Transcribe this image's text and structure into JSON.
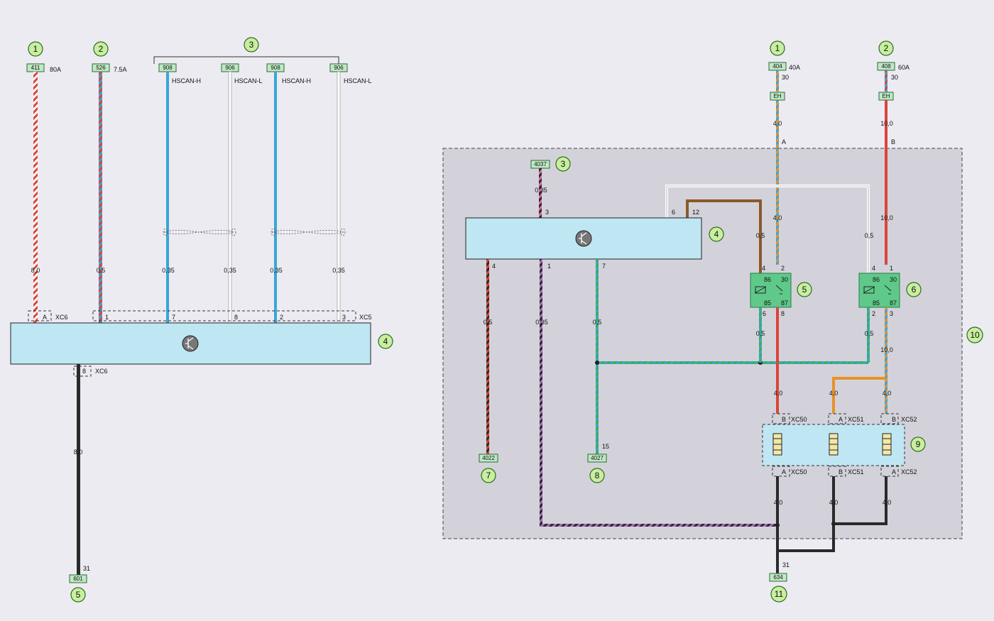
{
  "left": {
    "callouts": {
      "c1": "1",
      "c2": "2",
      "c3": "3",
      "c4": "4",
      "c5": "5"
    },
    "tags": {
      "t411": "411",
      "t526": "526",
      "t908a": "908",
      "t906a": "906",
      "t908b": "908",
      "t906b": "906",
      "t601": "601"
    },
    "fuses": {
      "f1": "80A",
      "f2": "7.5A"
    },
    "bus": {
      "h1": "HSCAN-H",
      "l1": "HSCAN-L",
      "h2": "HSCAN-H",
      "l2": "HSCAN-L"
    },
    "sizes": {
      "w1": "8,0",
      "w2": "0,5",
      "w3": "0,35",
      "w4": "0,35",
      "w5": "0,35",
      "w6": "0,35",
      "w7": "8,0"
    },
    "pins": {
      "pA": "A",
      "p1": "1",
      "p7": "7",
      "p8": "8",
      "p2": "2",
      "p3": "3",
      "p8b": "8",
      "p31": "31"
    },
    "connectors": {
      "xc6": "XC6",
      "xc5": "XC5",
      "xc6b": "XC6"
    }
  },
  "right": {
    "callouts": {
      "c1": "1",
      "c2": "2",
      "c3": "3",
      "c4": "4",
      "c5": "5",
      "c6": "6",
      "c7": "7",
      "c8": "8",
      "c9": "9",
      "c10": "10",
      "c11": "11"
    },
    "tags": {
      "t404": "404",
      "t408": "408",
      "t4037": "4037",
      "t4022": "4022",
      "t4027": "4027",
      "t634": "634",
      "eh1": "EH",
      "eh2": "EH"
    },
    "fuses": {
      "f1": "40A",
      "f2": "60A"
    },
    "sizes": {
      "s1": "4,0",
      "s2": "10,0",
      "s3": "0,35",
      "s4": "4,0",
      "s5": "10,0",
      "s6": "0,5",
      "s7": "0,5",
      "s8": "0,5",
      "s9": "0,35",
      "s10": "0,5",
      "s11": "0,5",
      "s12": "0,5",
      "s13": "10,0",
      "s14": "4,0",
      "s15": "4,0",
      "s16": "4,0",
      "s17": "4,0",
      "s18": "4,0",
      "s19": "4,0"
    },
    "pins": {
      "p30a": "30",
      "p30b": "30",
      "pA": "A",
      "pB": "B",
      "p3": "3",
      "p6": "6",
      "p12": "12",
      "p4": "4",
      "p1": "1",
      "p7": "7",
      "p15": "15",
      "p31": "31"
    },
    "relay5": {
      "r86": "86",
      "r30": "30",
      "r85": "85",
      "r87": "87",
      "rp4": "4",
      "rp2": "2",
      "rp6": "6",
      "rp8": "8"
    },
    "relay6": {
      "r86": "86",
      "r30": "30",
      "r85": "85",
      "r87": "87",
      "rp4": "4",
      "rp1": "1",
      "rp2": "2",
      "rp3": "3"
    },
    "connectors": {
      "xc50t": "XC50",
      "xc51t": "XC51",
      "xc52t": "XC52",
      "xc50b": "XC50",
      "xc51b": "XC51",
      "xc52b": "XC52",
      "bT1": "B",
      "aT2": "A",
      "bT3": "B",
      "aB1": "A",
      "bB2": "B",
      "aB3": "A"
    }
  },
  "colors": {
    "red": "#d9463a",
    "blue": "#3aa6d6",
    "orange": "#e8922a",
    "brown": "#8a5a2a",
    "black": "#2a2a2a",
    "green": "#3fae4a",
    "violet": "#8e5aa8",
    "panel": "#d3d2da",
    "block": "#bfe6f3",
    "relay": "#5fc98a"
  }
}
